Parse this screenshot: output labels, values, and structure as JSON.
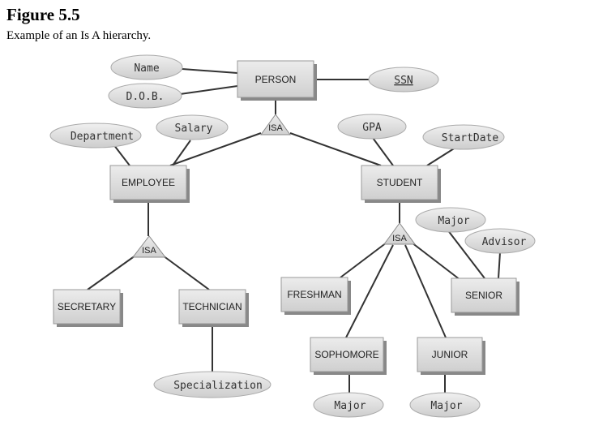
{
  "figure": {
    "title": "Figure 5.5",
    "caption": "Example of an Is A hierarchy."
  },
  "entities": {
    "person": "PERSON",
    "employee": "EMPLOYEE",
    "student": "STUDENT",
    "secretary": "SECRETARY",
    "technician": "TECHNICIAN",
    "freshman": "FRESHMAN",
    "sophomore": "SOPHOMORE",
    "junior": "JUNIOR",
    "senior": "SENIOR"
  },
  "attributes": {
    "name": "Name",
    "dob": "D.O.B.",
    "ssn": "SSN",
    "department": "Department",
    "salary": "Salary",
    "gpa": "GPA",
    "startdate": "StartDate",
    "specialization": "Specialization",
    "senior_major": "Major",
    "advisor": "Advisor",
    "sophomore_major": "Major",
    "junior_major": "Major"
  },
  "isa_label": "ISA"
}
